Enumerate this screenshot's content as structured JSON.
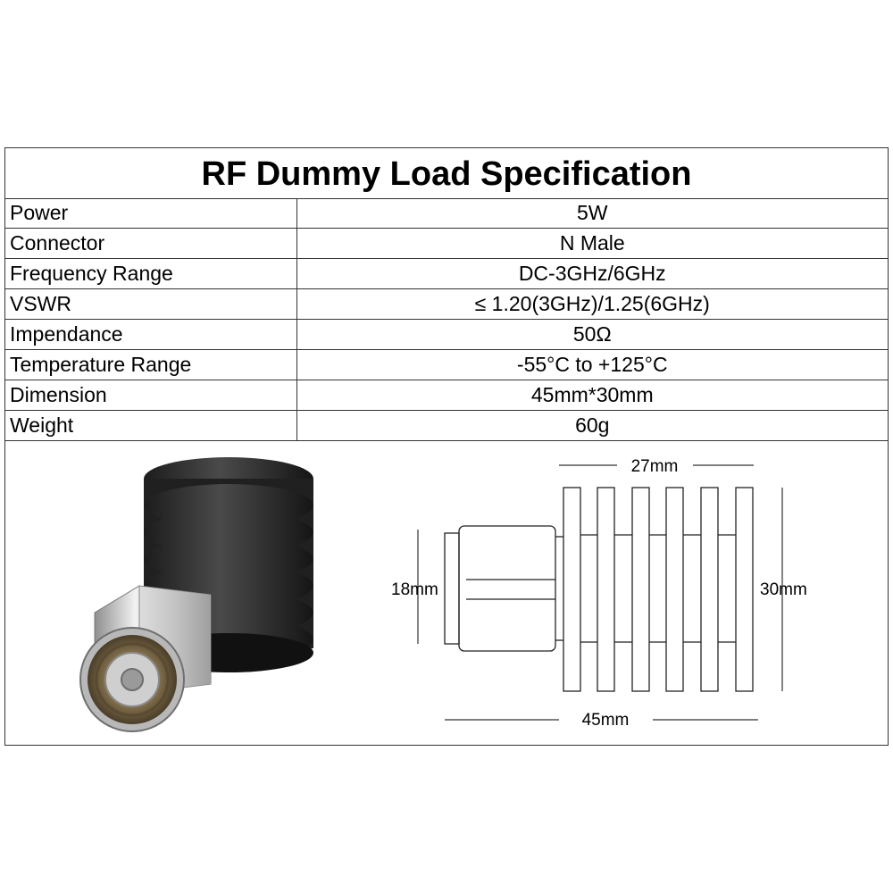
{
  "title": "RF Dummy Load Specification",
  "specs": [
    {
      "label": "Power",
      "value": "5W"
    },
    {
      "label": "Connector",
      "value": "N Male"
    },
    {
      "label": "Frequency Range",
      "value": "DC-3GHz/6GHz"
    },
    {
      "label": "VSWR",
      "value": "≤ 1.20(3GHz)/1.25(6GHz)"
    },
    {
      "label": "Impendance",
      "value": "50Ω"
    },
    {
      "label": "Temperature Range",
      "value": "-55°C to +125°C"
    },
    {
      "label": "Dimension",
      "value": "45mm*30mm"
    },
    {
      "label": "Weight",
      "value": "60g"
    }
  ],
  "drawing": {
    "top_dim": "27mm",
    "left_dim": "18mm",
    "right_dim": "30mm",
    "bottom_dim": "45mm"
  },
  "colors": {
    "border": "#333333",
    "heatsink": "#2a2a2a",
    "metal": "#c8c8c8"
  }
}
